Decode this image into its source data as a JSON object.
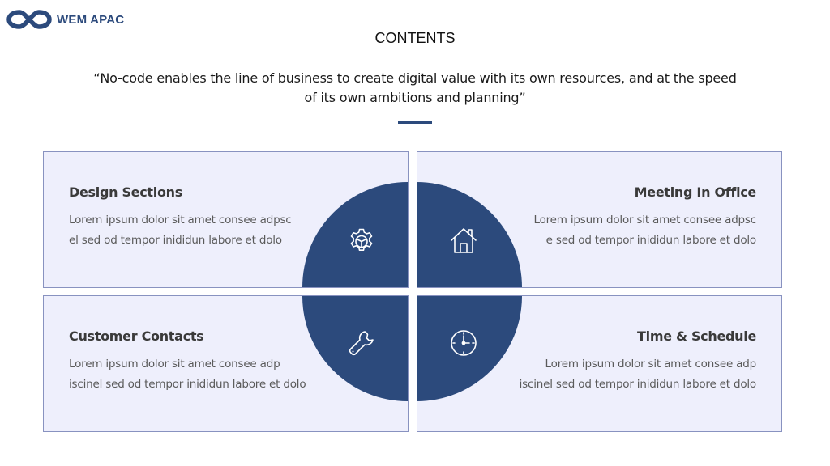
{
  "brand": {
    "name": "WEM APAC",
    "color": "#2c4a7c"
  },
  "page": {
    "title": "CONTENTS",
    "quote": "“No-code enables the line of business to create digital value with its own resources, and at the speed of its own ambitions and planning”"
  },
  "colors": {
    "accent": "#2c4a7c",
    "card_bg": "#eeeffc",
    "card_border": "#8892c0"
  },
  "cards": [
    {
      "title": "Design Sections",
      "lines": [
        "Lorem ipsum dolor sit amet consee adpsc",
        "el sed od tempor inididun labore et dolo"
      ],
      "icon": "gear-icon"
    },
    {
      "title": "Meeting In Office",
      "lines": [
        "Lorem ipsum dolor sit amet consee adpsc",
        "e sed od tempor inididun labore et dolo"
      ],
      "icon": "home-icon"
    },
    {
      "title": "Customer Contacts",
      "lines": [
        "Lorem ipsum dolor sit amet consee adp",
        "iscinel sed od tempor inididun labore et dolo"
      ],
      "icon": "wrench-icon"
    },
    {
      "title": "Time & Schedule",
      "lines": [
        "Lorem ipsum dolor sit amet consee adp",
        "iscinel sed od tempor inididun labore et dolo"
      ],
      "icon": "clock-icon"
    }
  ]
}
